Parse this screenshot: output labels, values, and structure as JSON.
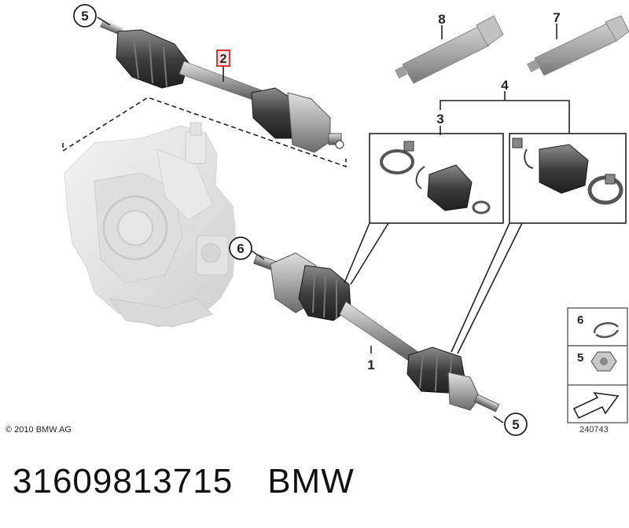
{
  "callouts": {
    "c5_top": "5",
    "c2": "2",
    "c8": "8",
    "c7": "7",
    "c4": "4",
    "c3": "3",
    "c6_main": "6",
    "c1": "1",
    "c5_bottom": "5"
  },
  "legend": {
    "item_6": "6",
    "item_5": "5"
  },
  "copyright": "© 2010 BMW AG",
  "reference_number": "240743",
  "part_number": "31609813715",
  "brand": "BMW",
  "colors": {
    "highlight_box": "#d9383a",
    "part_fill": "#b9b9b9",
    "part_dark": "#5a5a5a",
    "line": "#222222"
  }
}
